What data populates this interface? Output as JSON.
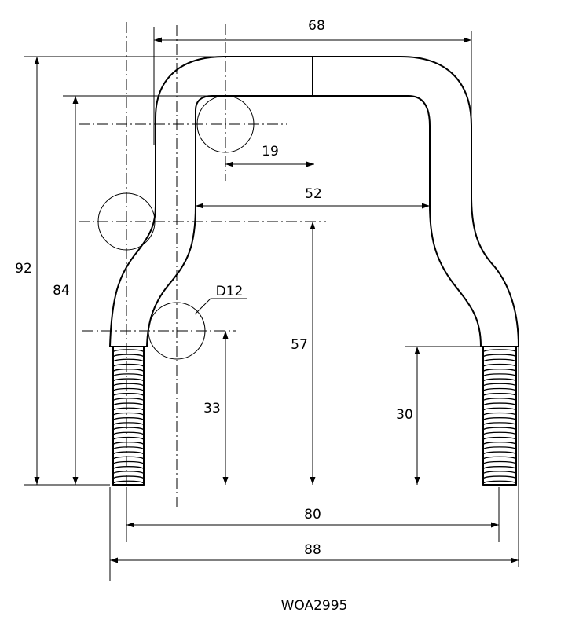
{
  "drawing": {
    "code": "WOA2995",
    "dimensions": {
      "overall_width_top": "68",
      "inner_offset": "19",
      "inner_width": "52",
      "overall_height": "92",
      "inner_height": "84",
      "bend_height": "57",
      "left_thread_height": "33",
      "right_thread_height": "30",
      "center_to_center": "80",
      "overall_width": "88",
      "diameter": "D12"
    }
  }
}
